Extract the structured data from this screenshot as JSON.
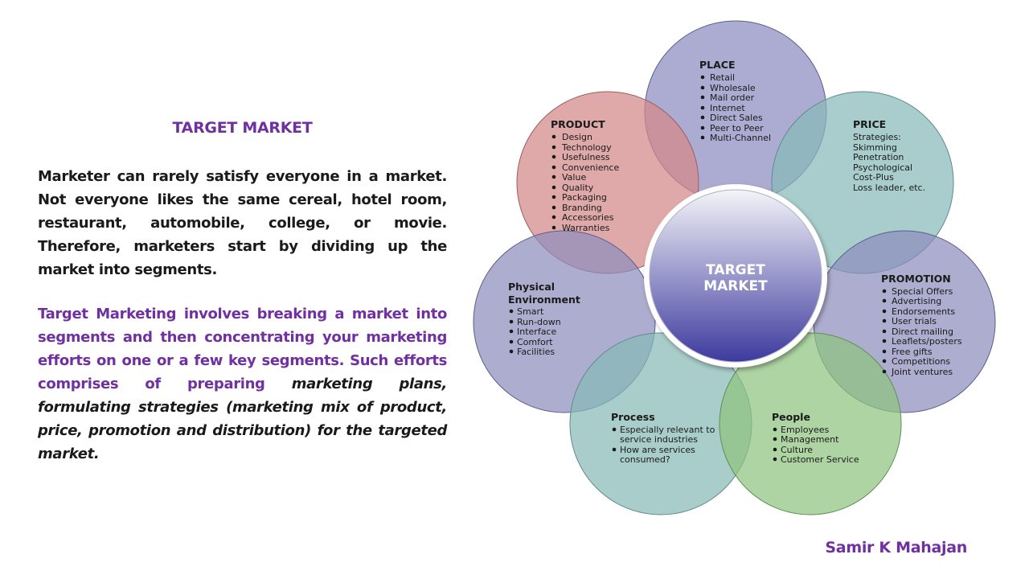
{
  "text": {
    "heading": "TARGET MARKET",
    "para1": "Marketer can rarely satisfy everyone in a market. Not everyone likes the same cereal, hotel room, restaurant, automobile, college, or movie. Therefore, marketers start by dividing up the market into segments.",
    "para2_part1": "Target Marketing involves breaking a market into segments and then concentrating your marketing efforts on one or a few key segments. Such efforts comprises of preparing ",
    "para2_part2": "marketing plans, formulating  strategies (marketing mix of product, price, promotion and distribution) for the targeted market.",
    "author": "Samir K Mahajan"
  },
  "diagram": {
    "center_line1": "TARGET",
    "center_line2": "MARKET",
    "place": {
      "title": "PLACE",
      "items": [
        "Retail",
        "Wholesale",
        "Mail order",
        "Internet",
        "Direct Sales",
        "Peer to Peer",
        "Multi-Channel"
      ]
    },
    "product": {
      "title": "PRODUCT",
      "items": [
        "Design",
        "Technology",
        "Usefulness",
        "Convenience",
        "Value",
        "Quality",
        "Packaging",
        "Branding",
        "Accessories",
        "Warranties"
      ]
    },
    "price": {
      "title": "PRICE",
      "lines": [
        "Strategies:",
        "Skimming",
        "Penetration",
        "Psychological",
        "Cost-Plus",
        "Loss leader, etc."
      ]
    },
    "physical": {
      "title_line1": "Physical",
      "title_line2": "Environment",
      "items": [
        "Smart",
        "Run-down",
        "Interface",
        "Comfort",
        "Facilities"
      ]
    },
    "promotion": {
      "title": "PROMOTION",
      "items": [
        "Special Offers",
        "Advertising",
        "Endorsements",
        "User trials",
        "Direct mailing",
        "Leaflets/posters",
        "Free gifts",
        "Competitions",
        "Joint ventures"
      ]
    },
    "process": {
      "title": "Process",
      "item1_line1": "Especially relevant to",
      "item1_line2": "service industries",
      "item2_line1": "How are services",
      "item2_line2": "consumed?"
    },
    "people": {
      "title": "People",
      "items": [
        "Employees",
        "Management",
        "Culture",
        "Customer Service"
      ]
    },
    "colors": {
      "place": "#8c8cc0",
      "product": "#d48888",
      "price": "#88bab8",
      "physical": "#8e8ebc",
      "promotion": "#8e8ebc",
      "process": "#88bab6",
      "people": "#8ec47e",
      "center_top": "#f4f4f8",
      "center_bottom": "#3d3a9e"
    }
  }
}
